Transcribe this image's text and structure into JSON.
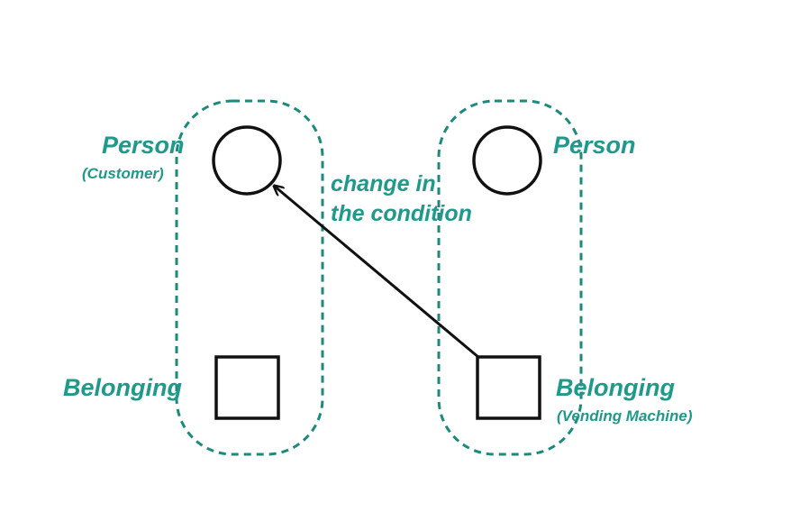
{
  "colors": {
    "label": "#1f9a8a",
    "group_border": "#1b8a7c",
    "shape_stroke": "#111111",
    "background": "#ffffff"
  },
  "left_group": {
    "person_label": "Person",
    "person_sublabel": "(Customer)",
    "belonging_label": "Belonging"
  },
  "right_group": {
    "person_label": "Person",
    "belonging_label": "Belonging",
    "belonging_sublabel": "(Vending Machine)"
  },
  "arrow": {
    "label_line1": "change in",
    "label_line2": "the condition"
  }
}
